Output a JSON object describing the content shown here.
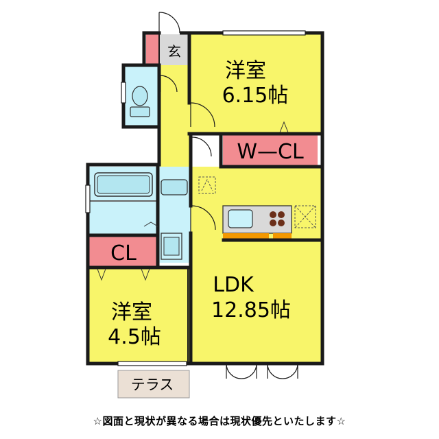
{
  "rooms": {
    "entrance": "玄",
    "western_room_1": {
      "name": "洋室",
      "size": "6.15帖"
    },
    "walk_in_closet": "W—CL",
    "closet": "CL",
    "western_room_2": {
      "name": "洋室",
      "size": "4.5帖"
    },
    "ldk": {
      "name": "LDK",
      "size": "12.85帖"
    },
    "terrace": "テラス"
  },
  "footer_note": "☆図面と現状が異なる場合は現状優先といたします☆",
  "colors": {
    "room_fill": "#f8f56a",
    "closet_fill": "#f28c91",
    "wet_area_fill": "#c9f2fa",
    "entrance_fill": "#d9d9d9",
    "terrace_fill": "#ebe0d5",
    "wall": "#1a1a1a",
    "counter_orange": "#f39800"
  }
}
